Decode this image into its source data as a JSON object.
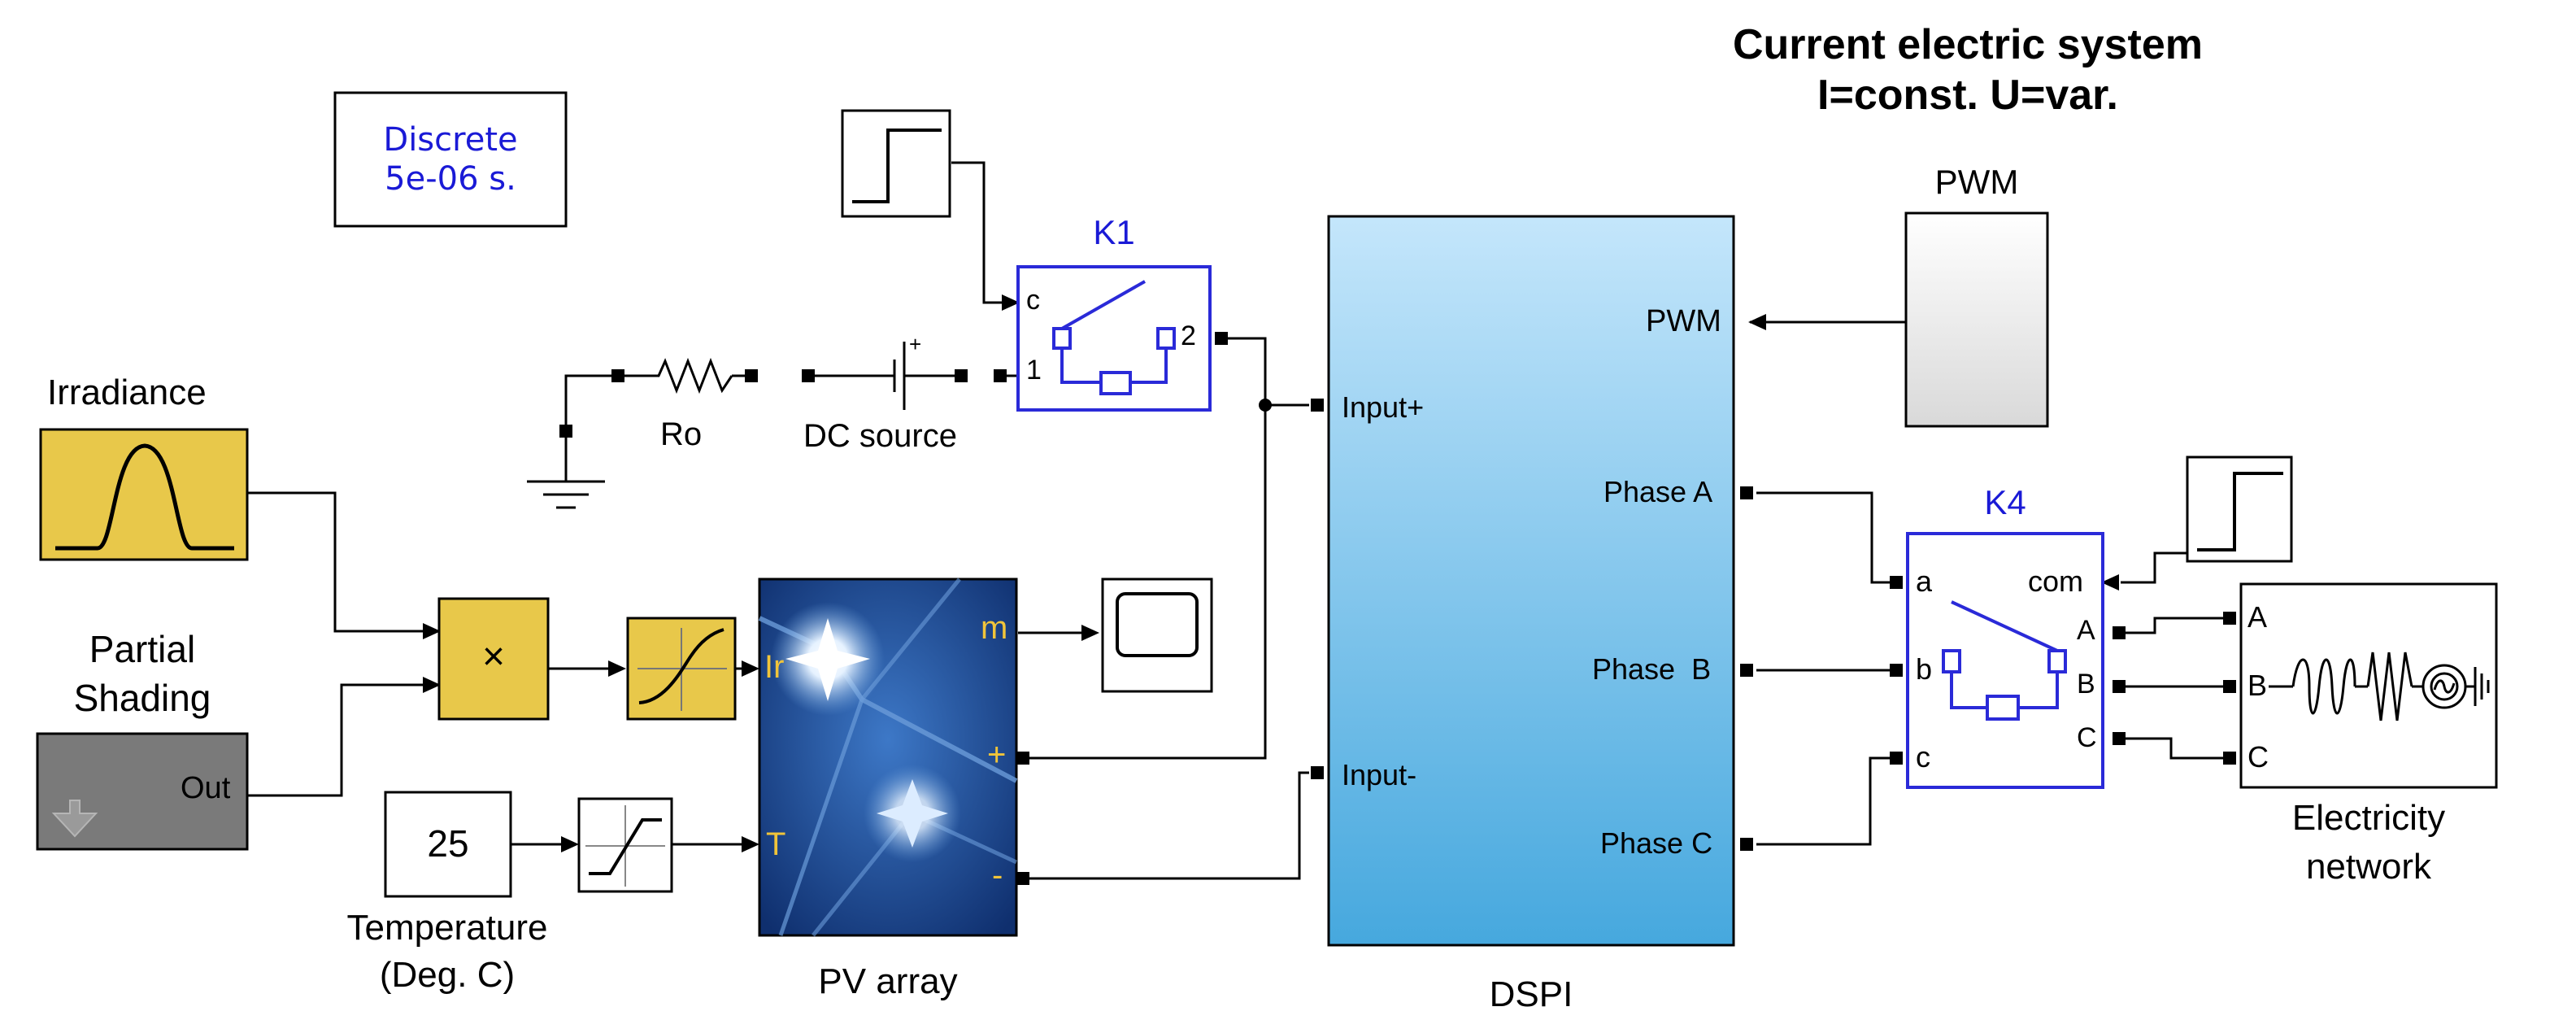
{
  "title": {
    "line1": "Current electric system",
    "line2": "I=const. U=var."
  },
  "powergui": {
    "line1": "Discrete",
    "line2": "5e-06 s."
  },
  "blocks": {
    "irradiance": "Irradiance",
    "partial_shading": {
      "line1": "Partial",
      "line2": "Shading",
      "port": "Out"
    },
    "product_symbol": "×",
    "temperature": {
      "value": "25",
      "line1": "Temperature",
      "line2": "(Deg. C)"
    },
    "pv_array": {
      "name": "PV array",
      "port_ir": "Ir",
      "port_t": "T",
      "port_m": "m",
      "port_plus": "+",
      "port_minus": "-"
    },
    "ro": "Ro",
    "dc_source": {
      "name": "DC source",
      "sign": "+"
    },
    "k1": {
      "name": "K1",
      "port_c": "c",
      "port_1": "1",
      "port_2": "2"
    },
    "dspi": {
      "name": "DSPI",
      "in_plus": "Input+",
      "in_minus": "Input-",
      "pwm": "PWM",
      "phase_a": "Phase A",
      "phase_b": "Phase  B",
      "phase_c": "Phase C"
    },
    "pwm": "PWM",
    "k4": {
      "name": "K4",
      "port_a": "a",
      "port_b": "b",
      "port_c": "c",
      "port_com": "com",
      "out_a": "A",
      "out_b": "B",
      "out_c": "C"
    },
    "network": {
      "line1": "Electricity",
      "line2": "network",
      "port_a": "A",
      "port_b": "B",
      "port_c": "C"
    }
  },
  "colors": {
    "yellow": "#e8c84a",
    "dspi_top": "#c4e6fb",
    "dspi_bottom": "#46a8de",
    "blue_label": "#1a1ad6",
    "gray_block": "#7a7a7a"
  }
}
